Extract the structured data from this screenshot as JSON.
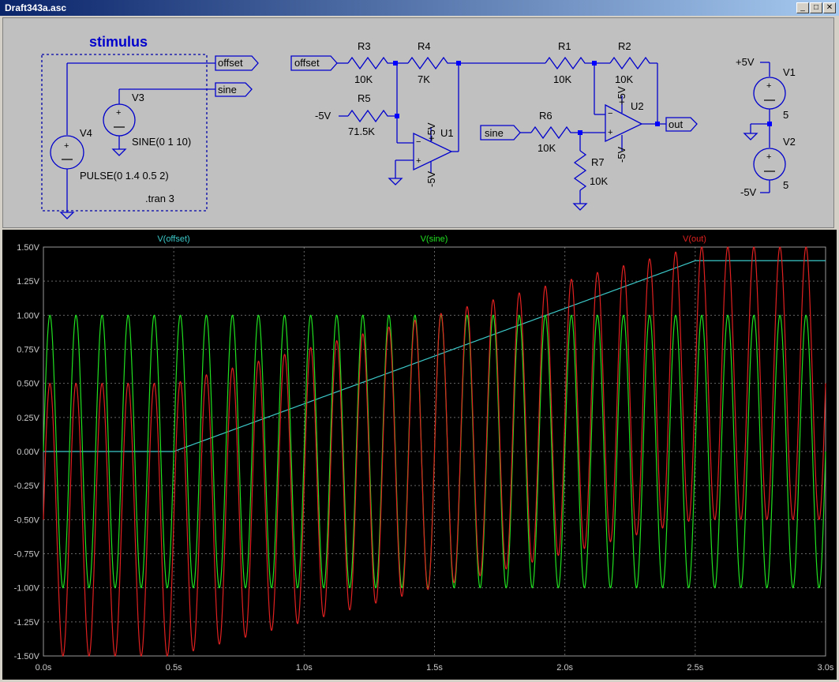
{
  "window": {
    "title": "Draft343a.asc",
    "minimize": "_",
    "maximize": "□",
    "close": "✕"
  },
  "schematic": {
    "stimulus_label": "stimulus",
    "nets": {
      "offset_out": "offset",
      "sine_out": "sine",
      "offset_in": "offset",
      "sine_in": "sine",
      "out": "out"
    },
    "parts": {
      "V4": {
        "name": "V4",
        "value": "PULSE(0 1.4 0.5 2)"
      },
      "V3": {
        "name": "V3",
        "value": "SINE(0 1 10)"
      },
      "tran": ".tran 3",
      "R3": {
        "name": "R3",
        "value": "10K"
      },
      "R4": {
        "name": "R4",
        "value": "7K"
      },
      "R5": {
        "name": "R5",
        "value": "71.5K"
      },
      "R1": {
        "name": "R1",
        "value": "10K"
      },
      "R2": {
        "name": "R2",
        "value": "10K"
      },
      "R6": {
        "name": "R6",
        "value": "10K"
      },
      "R7": {
        "name": "R7",
        "value": "10K"
      },
      "U1": "U1",
      "U2": "U2",
      "V1": {
        "name": "V1",
        "value": "5"
      },
      "V2": {
        "name": "V2",
        "value": "5"
      }
    },
    "supplies": {
      "u1_pos": "+5V",
      "u1_neg": "-5V",
      "u2_pos": "+5V",
      "u2_neg": "-5V",
      "r5_neg": "-5V",
      "v1_pos": "+5V",
      "v2_neg": "-5V"
    }
  },
  "plot": {
    "traces": [
      {
        "name": "V(offset)",
        "color": "#3cc8c8"
      },
      {
        "name": "V(sine)",
        "color": "#20e020"
      },
      {
        "name": "V(out)",
        "color": "#e02020"
      }
    ],
    "y_ticks": [
      "1.50V",
      "1.25V",
      "1.00V",
      "0.75V",
      "0.50V",
      "0.25V",
      "0.00V",
      "-0.25V",
      "-0.50V",
      "-0.75V",
      "-1.00V",
      "-1.25V",
      "-1.50V"
    ],
    "x_ticks": [
      "0.0s",
      "0.5s",
      "1.0s",
      "1.5s",
      "2.0s",
      "2.5s",
      "3.0s"
    ]
  },
  "chart_data": {
    "type": "line",
    "xlim": [
      0,
      3
    ],
    "ylim": [
      -1.5,
      1.5
    ],
    "grid": true,
    "legend_placement": "top",
    "series": [
      {
        "name": "V(offset)",
        "description_formula": "0 for t<0.5; 0.7*(t-0.5) for 0.5<=t<=2.5; 1.4 after",
        "x": [
          0,
          0.5,
          2.5,
          3.0
        ],
        "values": [
          0,
          0,
          1.4,
          1.4
        ]
      },
      {
        "name": "V(sine)",
        "description_formula": "sin(2*pi*10*t)",
        "amplitude": 1,
        "frequency": 10,
        "offset": 0
      },
      {
        "name": "V(out)",
        "description_formula": "sine - offset-ish",
        "x": [
          0,
          0.5,
          2.5,
          3.0
        ],
        "peak_max": [
          0.5,
          0.5,
          1.5,
          1.5
        ],
        "peak_min": [
          -1.5,
          -1.5,
          -0.5,
          -0.5
        ]
      }
    ]
  }
}
